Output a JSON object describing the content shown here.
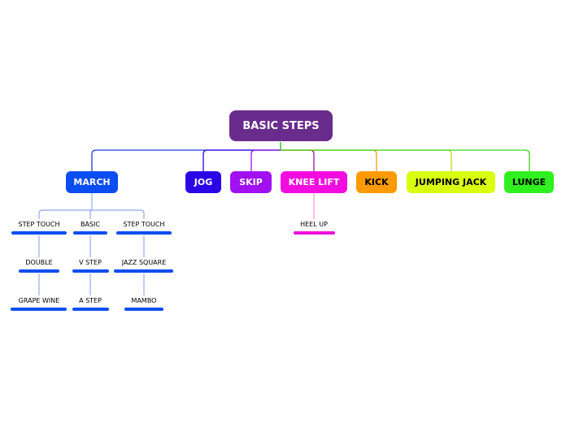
{
  "root": {
    "label": "BASIC STEPS",
    "color": "#6a2c8c"
  },
  "branches": [
    {
      "id": "march",
      "label": "MARCH",
      "color": "#0a4df0",
      "text_color": "#ffffff",
      "line_color": "#1a3cd6"
    },
    {
      "id": "jog",
      "label": "JOG",
      "color": "#2a05e6",
      "text_color": "#ffffff",
      "line_color": "#2a05e6"
    },
    {
      "id": "skip",
      "label": "SKIP",
      "color": "#a010f0",
      "text_color": "#ffffff",
      "line_color": "#a010f0"
    },
    {
      "id": "knee-lift",
      "label": "KNEE LIFT",
      "color": "#f20ce0",
      "text_color": "#ffffff",
      "line_color": "#a010a0"
    },
    {
      "id": "kick",
      "label": "KICK",
      "color": "#ff9a00",
      "text_color": "#000000",
      "line_color": "#ff9a00"
    },
    {
      "id": "jumping-jack",
      "label": "JUMPING JACK",
      "color": "#d8ff10",
      "text_color": "#000000",
      "line_color": "#b8e020"
    },
    {
      "id": "lunge",
      "label": "LUNGE",
      "color": "#30f020",
      "text_color": "#000000",
      "line_color": "#40d020"
    }
  ],
  "march_children": [
    {
      "label": "STEP TOUCH",
      "children": [
        {
          "label": "DOUBLE",
          "children": [
            {
              "label": "GRAPE WINE"
            }
          ]
        }
      ]
    },
    {
      "label": "BASIC",
      "children": [
        {
          "label": "V STEP",
          "children": [
            {
              "label": "A STEP"
            }
          ]
        }
      ]
    },
    {
      "label": "STEP TOUCH",
      "children": [
        {
          "label": "JAZZ SQUARE",
          "children": [
            {
              "label": "MAMBO"
            }
          ]
        }
      ]
    }
  ],
  "knee_lift_children": [
    {
      "label": "HEEL UP"
    }
  ],
  "leaf_underline_color": "#0a4df0",
  "knee_leaf_underline_color": "#f20ce0"
}
